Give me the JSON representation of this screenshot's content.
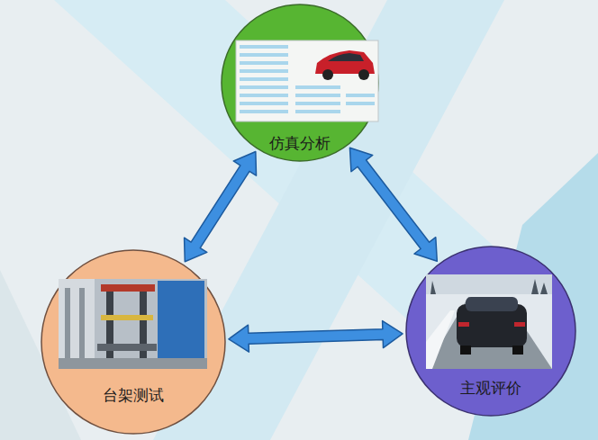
{
  "diagram": {
    "nodes": [
      {
        "text": [
          "仿真分析"
        ]
      },
      {
        "text": [
          "台架测试"
        ]
      },
      {
        "text": [
          "主观评价"
        ]
      }
    ],
    "edges": [
      {
        "from": 0,
        "to": 1,
        "arrow": "both"
      },
      {
        "from": 0,
        "to": 2,
        "arrow": "both"
      },
      {
        "from": 1,
        "to": 2,
        "arrow": "both"
      }
    ]
  }
}
